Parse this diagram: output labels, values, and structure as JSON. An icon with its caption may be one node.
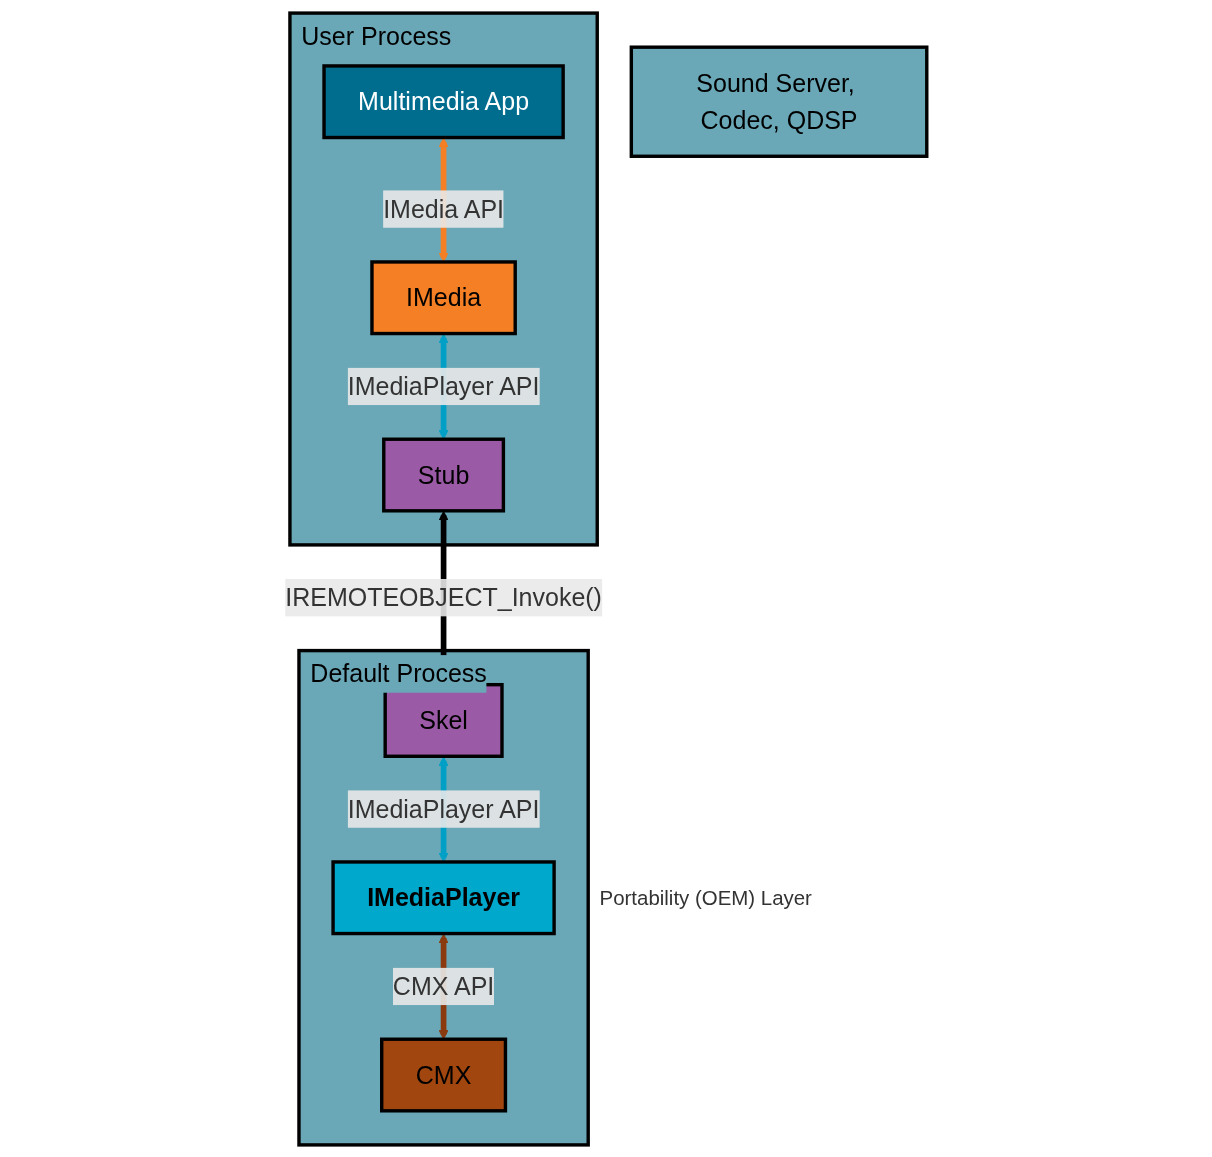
{
  "diagram": {
    "nodes": [
      {
        "text": [
          "User Process"
        ]
      },
      {
        "text": [
          "Multimedia App"
        ],
        "in": 0
      },
      {
        "text": [
          "IMedia"
        ],
        "in": 0
      },
      {
        "text": [
          "Stub"
        ],
        "in": 0
      },
      {
        "text": [
          "Default Process"
        ]
      },
      {
        "text": [
          "Skel"
        ],
        "in": 4
      },
      {
        "text": [
          "IMediaPlayer"
        ],
        "in": 4,
        "beside": [
          "Portability (OEM) Layer"
        ]
      },
      {
        "text": [
          "CMX"
        ],
        "in": 4
      },
      {
        "text": [
          "Sound Server, Codec, QDSP"
        ]
      }
    ],
    "edges": [
      {
        "from": 1,
        "to": 2,
        "arrow": "both",
        "label": "IMedia API",
        "color": "#f47f24"
      },
      {
        "from": 2,
        "to": 3,
        "arrow": "both",
        "label": "IMediaPlayer API",
        "color": "#00a0c6"
      },
      {
        "from": 3,
        "to": 5,
        "arrow": "both",
        "label": "IREMOTEOBJECT_Invoke()",
        "color": "#000000"
      },
      {
        "from": 5,
        "to": 6,
        "arrow": "both",
        "label": "IMediaPlayer API",
        "color": "#00a0c6"
      },
      {
        "from": 6,
        "to": 7,
        "arrow": "both",
        "label": "CMX API",
        "color": "#8b3a0f"
      }
    ]
  }
}
